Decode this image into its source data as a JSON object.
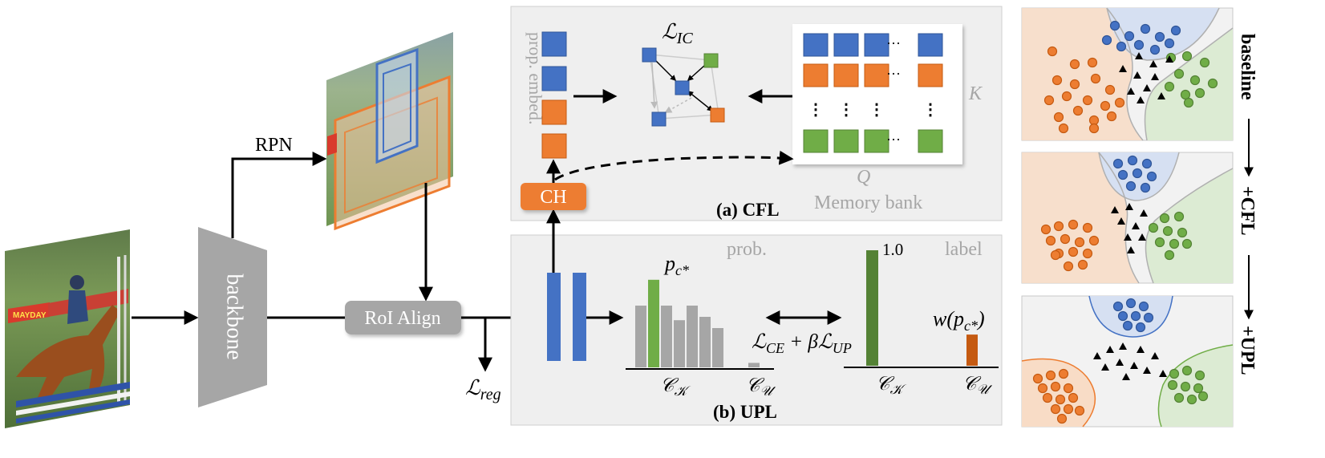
{
  "colors": {
    "blue": "#4472C4",
    "orange": "#ED7D31",
    "green": "#70AD47",
    "dark_green": "#548235",
    "dark_orange": "#C55A11",
    "gray": "#A6A6A6",
    "panel": "#EFEFEF"
  },
  "labels": {
    "rpn": "RPN",
    "backbone": "backbone",
    "roi_align": "RoI Align",
    "ch": "CH",
    "l_reg_main": "ℒ",
    "l_reg_sub": "reg",
    "prop_embed": "prop. embed.",
    "l_ic_main": "ℒ",
    "l_ic_sub": "IC",
    "k": "K",
    "q": "Q",
    "memory_bank": "Memory bank",
    "cfl_title": "(a) CFL",
    "upl_title": "(b) UPL",
    "prob": "prob.",
    "label": "label",
    "p_c_main": "p",
    "p_c_sub": "c*",
    "one": "1.0",
    "w_main": "w(p",
    "w_sub": "c*",
    "w_close": ")",
    "loss_ce": "ℒ",
    "loss_ce_sub": "CE",
    "loss_plus": " + βℒ",
    "loss_up_sub": "UP",
    "ck1": "𝒞",
    "ck1_sub": "𝒦",
    "cu1": "𝒞",
    "cu1_sub": "𝒰",
    "ck2": "𝒞",
    "ck2_sub": "𝒦",
    "cu2": "𝒞",
    "cu2_sub": "𝒰",
    "dots": "···",
    "side_baseline": "baseline",
    "side_cfl": "+CFL",
    "side_upl": "+UPL"
  },
  "chart_data": {
    "type": "bar",
    "title": "",
    "prob_bars": [
      0.55,
      0.78,
      0.55,
      0.42,
      0.55,
      0.45,
      0.35,
      0.04
    ],
    "label_bars": {
      "known": 1.0,
      "unknown": 0.27
    }
  }
}
